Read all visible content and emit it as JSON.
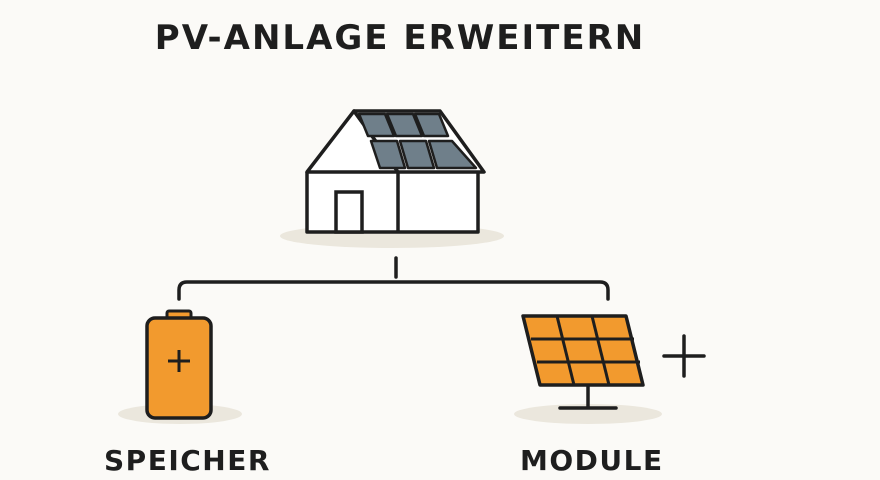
{
  "title": "PV-ANLAGE ERWEITERN",
  "nodes": {
    "house": {
      "icon": "house-with-solar-roof-icon"
    },
    "storage": {
      "label": "SPEICHER",
      "icon": "battery-icon",
      "symbol": "+"
    },
    "modules": {
      "label": "MODULE",
      "icon": "solar-panel-icon",
      "symbol": "+"
    }
  },
  "colors": {
    "outline": "#1e1e1e",
    "accent": "#f29a2e",
    "roof_panel": "#6f7f8a",
    "shadow": "#ebe7dd",
    "background": "#fbfaf7"
  }
}
